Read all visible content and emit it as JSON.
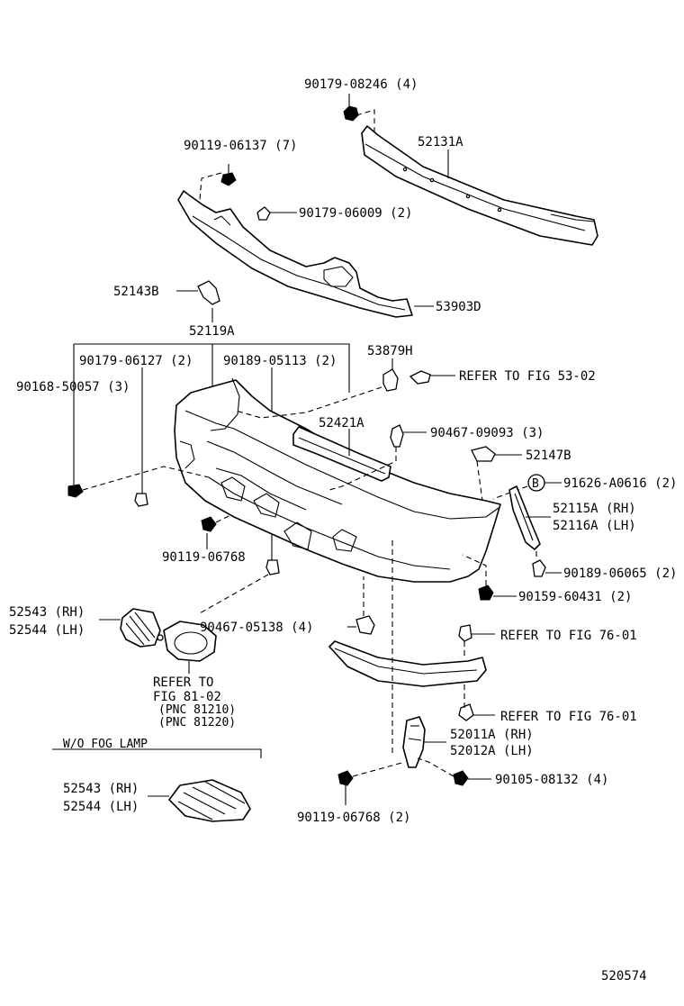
{
  "labels": {
    "bolt_top": "90179-08246 (4)",
    "reinforcement": "52131A",
    "bolt_7": "90119-06137 (7)",
    "nut_2": "90179-06009 (2)",
    "bracket_53903": "53903D",
    "retainer_52143": "52143B",
    "part_52119": "52119A",
    "nut_06127": "90179-06127 (2)",
    "clip_05113": "90189-05113 (2)",
    "screw_50057": "90168-50057 (3)",
    "part_53879": "53879H",
    "refer_53_02": "REFER TO FIG 53-02",
    "absorber_52421": "52421A",
    "clip_09093": "90467-09093 (3)",
    "part_52147": "52147B",
    "callout_b": "B",
    "clip_a0616": "91626-A0616 (2)",
    "stay_rh": "52115A (RH)",
    "stay_lh": "52116A (LH)",
    "bolt_06768": "90119-06768",
    "nut_06065": "90189-06065 (2)",
    "bolt_60431": "90159-60431 (2)",
    "cover_rh": "52543 (RH)",
    "cover_lh": "52544 (LH)",
    "clip_05138": "90467-05138 (4)",
    "refer_76_01_a": "REFER TO FIG 76-01",
    "refer_to": "REFER TO",
    "fig_81_02": "FIG 81-02",
    "pnc_81210": "(PNC 81210)",
    "pnc_81220": "(PNC 81220)",
    "refer_76_01_b": "REFER TO FIG 76-01",
    "arm_rh": "52011A (RH)",
    "arm_lh": "52012A (LH)",
    "bolt_08132": "90105-08132 (4)",
    "wo_fog_lamp": "W/O FOG LAMP",
    "cover2_rh": "52543 (RH)",
    "cover2_lh": "52544 (LH)",
    "bolt_06768_2": "90119-06768 (2)",
    "diagram_number": "520574"
  }
}
